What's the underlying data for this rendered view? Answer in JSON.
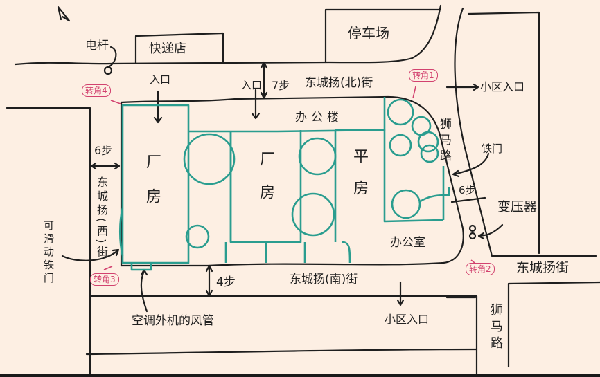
{
  "map": {
    "north_arrow": "north-arrow",
    "colors": {
      "background": "#fdefe3",
      "road_lines": "#1e1e1e",
      "buildings": "#2a9d8f",
      "callouts": "#d2426f"
    },
    "landmarks": {
      "courier_shop": "快递店",
      "parking_lot": "停车场",
      "utility_pole": "电杆",
      "community_entrance_east": "小区入口",
      "community_entrance_south": "小区入口"
    },
    "streets": {
      "north": "东城扬(北)街",
      "west": "东城扬(西)街",
      "south": "东城扬(南)街",
      "east_main": "东城扬街",
      "shima_road_upper": "狮马路",
      "shima_road_lower": "狮马路"
    },
    "distances": {
      "north_width": "7步",
      "west_width": "6步",
      "south_width": "4步",
      "east_width": "6步"
    },
    "buildings": {
      "factory_west": "厂房",
      "factory_middle": "厂房",
      "bungalow": "平房",
      "office_building": "办公楼",
      "office_room": "办公室"
    },
    "entrances": {
      "entrance_north_1": "入口",
      "entrance_north_2": "入口"
    },
    "annotations": {
      "iron_gate": "铁门",
      "transformer": "变压器",
      "sliding_iron_gate": "可滑动铁门",
      "ac_duct": "空调外机的风管"
    },
    "corners": {
      "corner1": "转角1",
      "corner2": "转角2",
      "corner3": "转角3",
      "corner4": "转角4"
    }
  }
}
